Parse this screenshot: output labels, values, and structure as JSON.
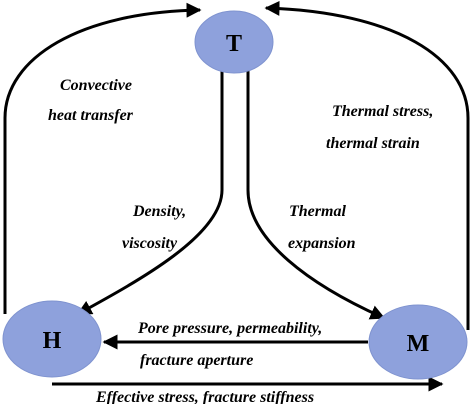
{
  "nodes": {
    "t": {
      "label": "T"
    },
    "h": {
      "label": "H"
    },
    "m": {
      "label": "M"
    }
  },
  "edges": {
    "h_to_t": {
      "label_lines": [
        "Convective",
        "heat transfer"
      ]
    },
    "m_to_t": {
      "label_lines": [
        "Thermal stress,",
        "thermal strain"
      ]
    },
    "t_to_h": {
      "label_lines": [
        "Density,",
        "viscosity"
      ]
    },
    "t_to_m": {
      "label_lines": [
        "Thermal",
        "expansion"
      ]
    },
    "m_to_h": {
      "label_lines": [
        "Pore pressure, permeability,",
        "fracture aperture"
      ]
    },
    "h_to_m": {
      "label_lines": [
        "Effective stress, fracture stiffness"
      ]
    }
  },
  "colors": {
    "node_fill": "#8ea1dc",
    "arrow": "#000000",
    "text": "#000000"
  }
}
